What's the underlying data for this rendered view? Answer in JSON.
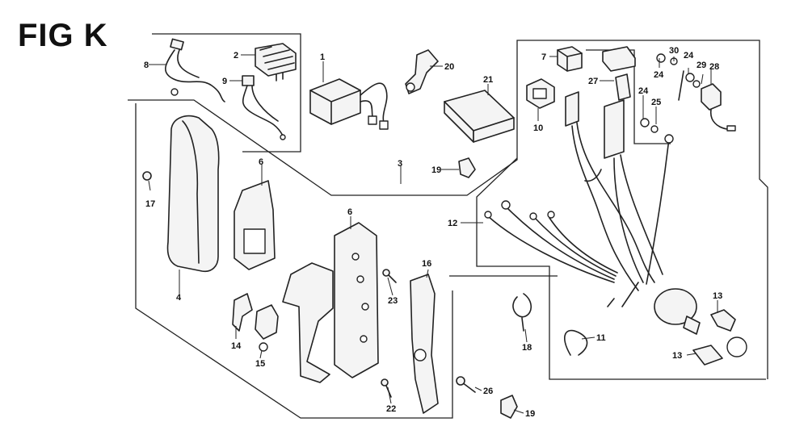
{
  "title": "FIG K",
  "callouts": [
    {
      "id": "c1",
      "label": "1"
    },
    {
      "id": "c2",
      "label": "2"
    },
    {
      "id": "c3",
      "label": "3"
    },
    {
      "id": "c4",
      "label": "4"
    },
    {
      "id": "c6a",
      "label": "6"
    },
    {
      "id": "c6b",
      "label": "6"
    },
    {
      "id": "c7",
      "label": "7"
    },
    {
      "id": "c8",
      "label": "8"
    },
    {
      "id": "c9",
      "label": "9"
    },
    {
      "id": "c10",
      "label": "10"
    },
    {
      "id": "c11",
      "label": "11"
    },
    {
      "id": "c12",
      "label": "12"
    },
    {
      "id": "c13a",
      "label": "13"
    },
    {
      "id": "c13b",
      "label": "13"
    },
    {
      "id": "c14",
      "label": "14"
    },
    {
      "id": "c15",
      "label": "15"
    },
    {
      "id": "c16",
      "label": "16"
    },
    {
      "id": "c17",
      "label": "17"
    },
    {
      "id": "c18",
      "label": "18"
    },
    {
      "id": "c19a",
      "label": "19"
    },
    {
      "id": "c19b",
      "label": "19"
    },
    {
      "id": "c20",
      "label": "20"
    },
    {
      "id": "c21",
      "label": "21"
    },
    {
      "id": "c22",
      "label": "22"
    },
    {
      "id": "c23",
      "label": "23"
    },
    {
      "id": "c24a",
      "label": "24"
    },
    {
      "id": "c24b",
      "label": "24"
    },
    {
      "id": "c24c",
      "label": "24"
    },
    {
      "id": "c25",
      "label": "25"
    },
    {
      "id": "c26",
      "label": "26"
    },
    {
      "id": "c27",
      "label": "27"
    },
    {
      "id": "c28",
      "label": "28"
    },
    {
      "id": "c29",
      "label": "29"
    },
    {
      "id": "c30",
      "label": "30"
    }
  ]
}
